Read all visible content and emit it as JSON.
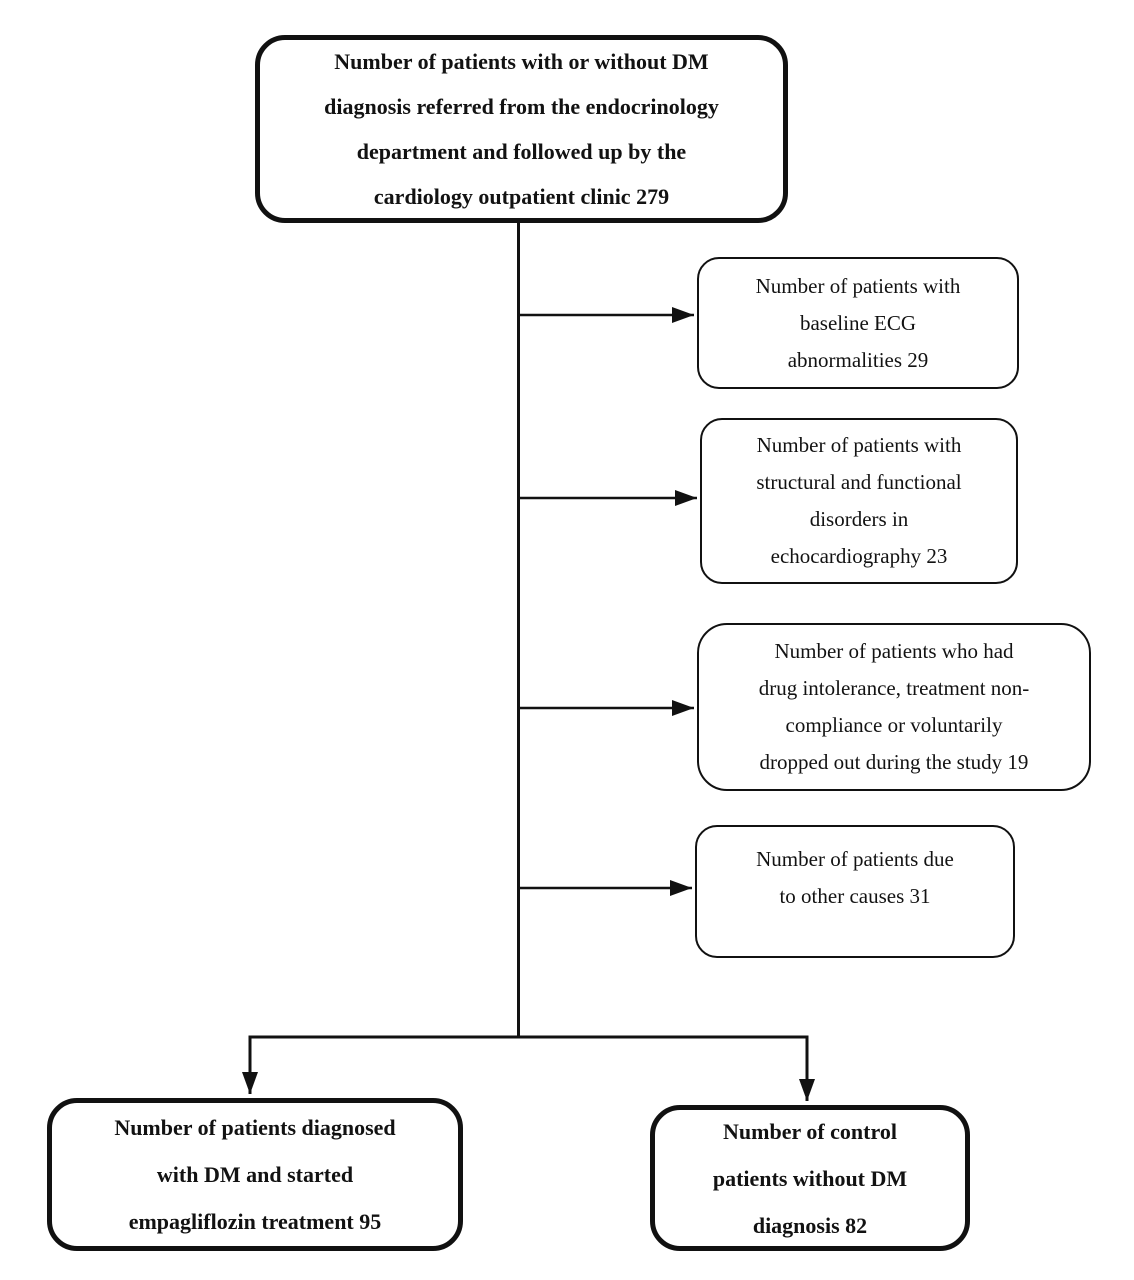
{
  "flowchart": {
    "root": {
      "text": "Number of patients with or without DM\ndiagnosis referred from the endocrinology\ndepartment and followed up by the\ncardiology outpatient clinic 279",
      "count": 279
    },
    "exclusions": [
      {
        "text": "Number of patients with\nbaseline ECG\nabnormalities 29",
        "count": 29
      },
      {
        "text": "Number of patients with\nstructural and functional\ndisorders in\nechocardiography 23",
        "count": 23
      },
      {
        "text": "Number of patients who had\ndrug intolerance, treatment non-\ncompliance or voluntarily\ndropped out during the study 19",
        "count": 19
      },
      {
        "text": "Number of patients due\nto other causes 31",
        "count": 31
      }
    ],
    "outcomes": [
      {
        "text": "Number of patients diagnosed\nwith DM and started\nempagliflozin treatment 95",
        "count": 95
      },
      {
        "text": "Number of control\npatients without DM\ndiagnosis 82",
        "count": 82
      }
    ],
    "colors": {
      "line": "#111111",
      "text": "#121212",
      "background": "#ffffff"
    }
  }
}
